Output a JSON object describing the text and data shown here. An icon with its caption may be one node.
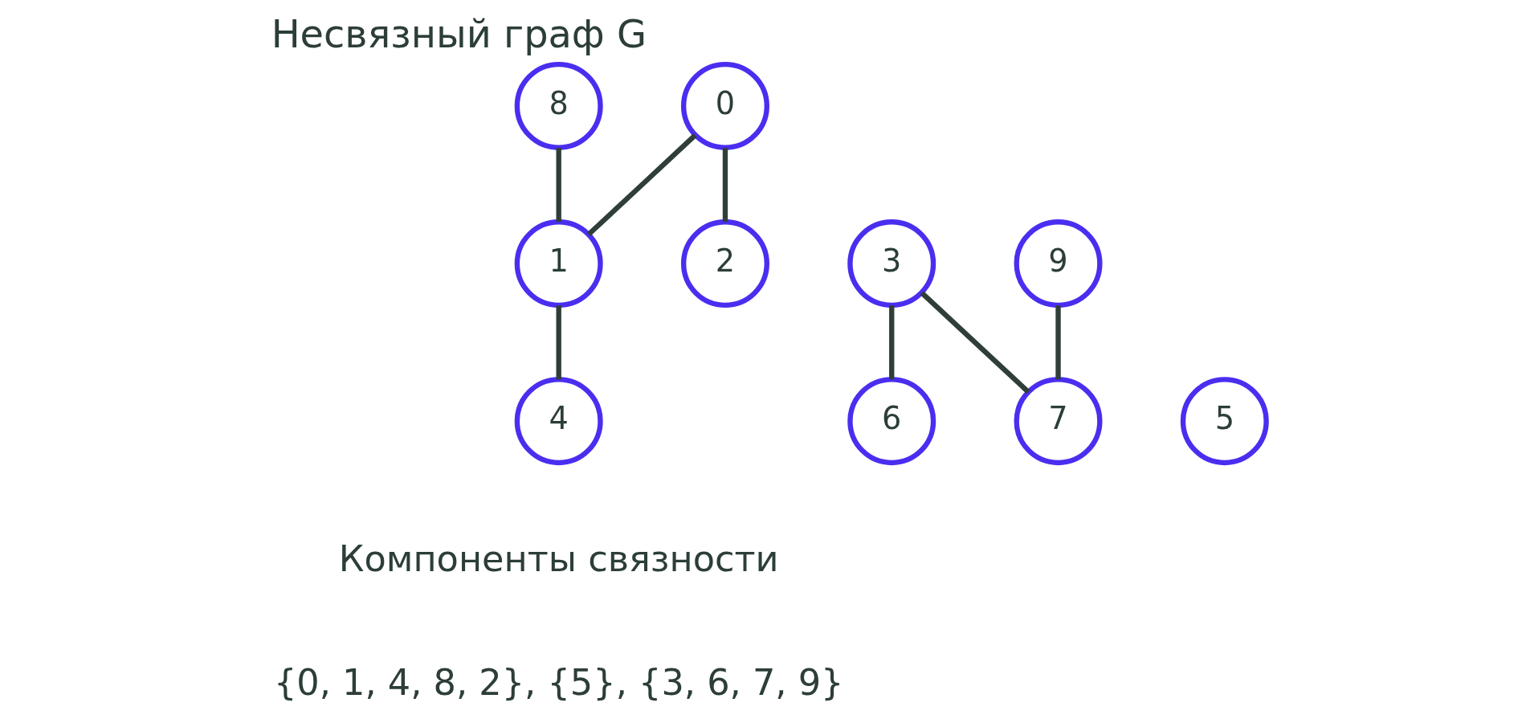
{
  "diagram": {
    "title": "Несвязный граф G",
    "nodes": [
      {
        "text": [
          "8"
        ]
      },
      {
        "text": [
          "0"
        ]
      },
      {
        "text": [
          "1"
        ]
      },
      {
        "text": [
          "2"
        ]
      },
      {
        "text": [
          "3"
        ]
      },
      {
        "text": [
          "9"
        ]
      },
      {
        "text": [
          "4"
        ]
      },
      {
        "text": [
          "5"
        ]
      },
      {
        "text": [
          "6"
        ]
      },
      {
        "text": [
          "7"
        ]
      }
    ],
    "edges": [
      {
        "from": 0,
        "to": 2,
        "arrow": "none"
      },
      {
        "from": 1,
        "to": 2,
        "arrow": "none"
      },
      {
        "from": 1,
        "to": 3,
        "arrow": "none"
      },
      {
        "from": 2,
        "to": 6,
        "arrow": "none"
      },
      {
        "from": 4,
        "to": 8,
        "arrow": "none"
      },
      {
        "from": 4,
        "to": 9,
        "arrow": "none"
      },
      {
        "from": 5,
        "to": 9,
        "arrow": "none"
      }
    ],
    "labels": [
      "Компоненты связности",
      "{0, 1, 4, 8, 2}, {5}, {3, 6, 7, 9}"
    ]
  }
}
